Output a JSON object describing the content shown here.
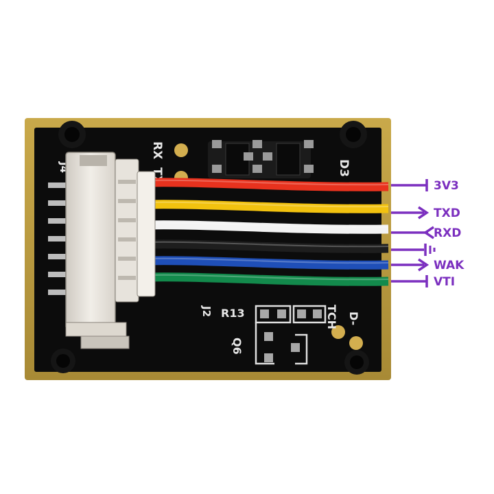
{
  "board": {
    "silkscreen": {
      "j4": "J4",
      "rx": "RX",
      "tx": "TX",
      "d3": "D3",
      "j2": "J2",
      "r13": "R13",
      "tch": "TCH",
      "d_minus": "D-",
      "q6": "Q6"
    }
  },
  "pins": [
    {
      "label": "3V3",
      "wire_color": "#e8321e"
    },
    {
      "label": "TXD",
      "wire_color": "#f2c20f"
    },
    {
      "label": "RXD",
      "wire_color": "#f3f3f3"
    },
    {
      "label": "",
      "wire_color": "#1e1e1e"
    },
    {
      "label": "WAK",
      "wire_color": "#1f4fb8"
    },
    {
      "label": "VTI",
      "wire_color": "#138a4c"
    }
  ],
  "annotation_color": "#7b2fbf"
}
